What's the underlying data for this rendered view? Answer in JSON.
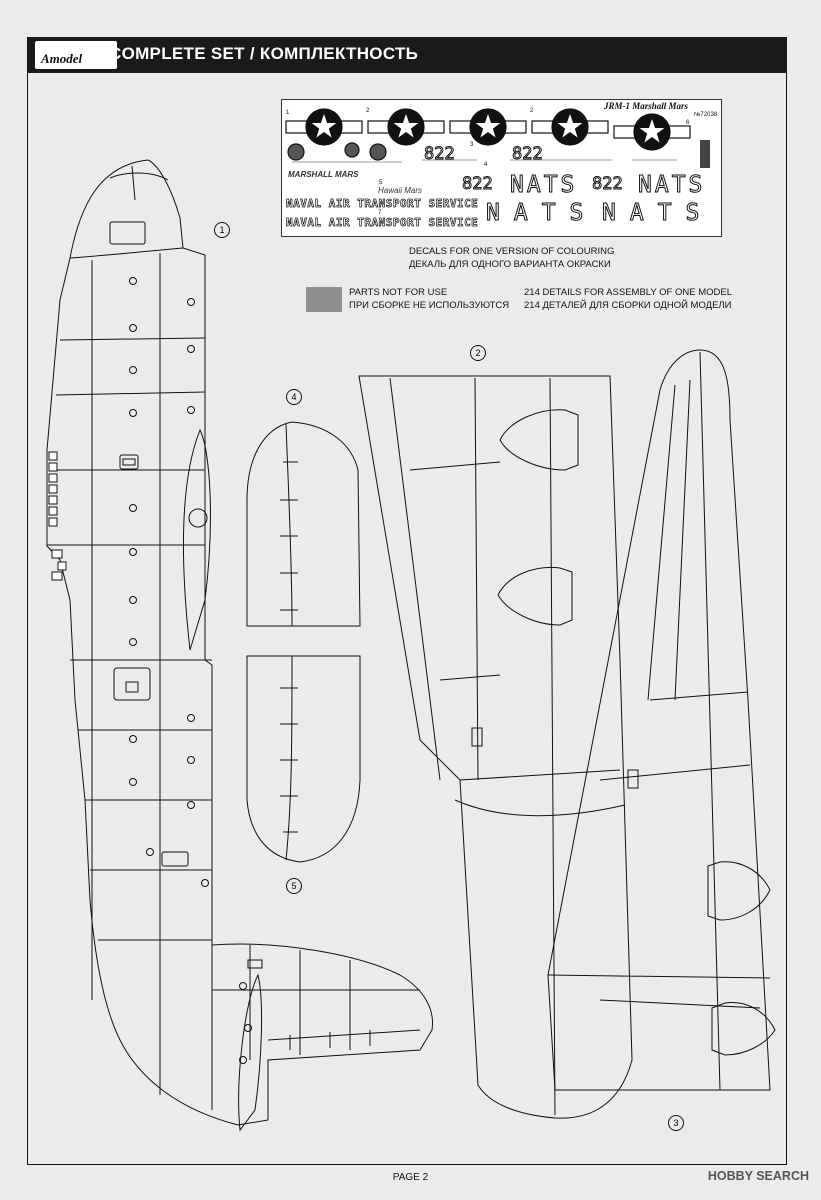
{
  "header": {
    "logo_text": "Amodel",
    "title": "COMPLETE SET / КОМПЛЕКТНОСТЬ"
  },
  "decal_sheet": {
    "title": "JRM-1 Marshall Mars",
    "catalog_no": "№72038",
    "serials": [
      "822",
      "822",
      "822",
      "822"
    ],
    "names": [
      "MARSHALL MARS",
      "Hawaii Mars"
    ],
    "service_text": [
      "NAVAL AIR TRANSPORT SERVICE",
      "NAVAL AIR TRANSPORT SERVICE"
    ],
    "nats": [
      "NATS",
      "NATS",
      "NATS",
      "NATS"
    ],
    "numbers": [
      "1",
      "2",
      "2",
      "3",
      "4",
      "5",
      "6",
      "7"
    ]
  },
  "notes": {
    "decals_en": "DECALS FOR ONE VERSION OF COLOURING",
    "decals_ru": "ДЕКАЛЬ ДЛЯ ОДНОГО ВАРИАНТА ОКРАСКИ",
    "parts_not_used_en": "PARTS NOT FOR USE",
    "parts_not_used_ru": "ПРИ СБОРКЕ НЕ ИСПОЛЬЗУЮТСЯ",
    "details_en": "214 DETAILS FOR ASSEMBLY OF ONE MODEL",
    "details_ru": "214 ДЕТАЛЕЙ ДЛЯ СБОРКИ ОДНОЙ МОДЕЛИ"
  },
  "part_numbers": [
    "1",
    "2",
    "3",
    "4",
    "5"
  ],
  "footer": {
    "page": "PAGE 2",
    "watermark": "HOBBY SEARCH"
  },
  "colors": {
    "header_bg": "#1a1a1a",
    "page_bg": "#ebebeb",
    "line": "#111111",
    "unused_parts_swatch": "#8f8f8f"
  }
}
